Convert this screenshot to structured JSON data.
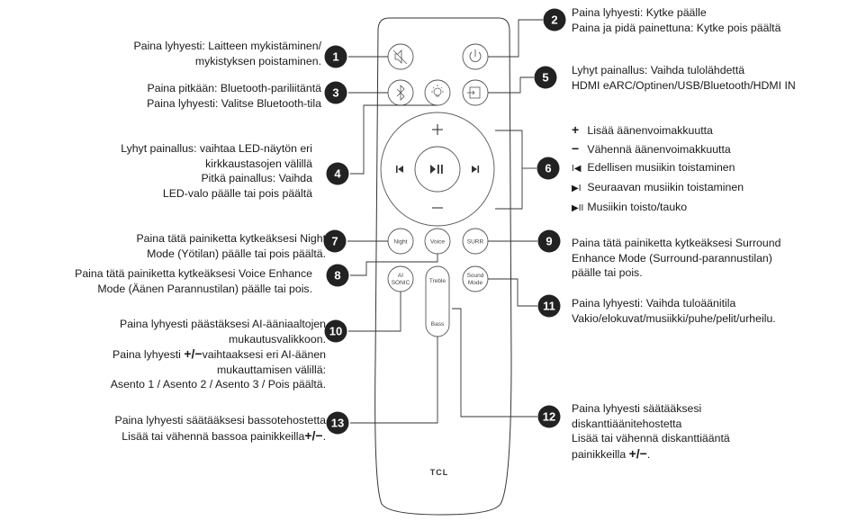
{
  "brand": "TCL",
  "buttons": {
    "night": "Night",
    "voice": "Voice",
    "surr": "SURR",
    "ai": "AI",
    "sonic": "SONIC",
    "treble": "Treble",
    "bass": "Bass",
    "sound": "Sound",
    "mode": "Mode"
  },
  "callouts": {
    "c1": {
      "num": "1",
      "lines": [
        "Paina lyhyesti: Laitteen mykistäminen/",
        "mykistyksen poistaminen."
      ]
    },
    "c2": {
      "num": "2",
      "lines": [
        "Paina lyhyesti: Kytke päälle",
        "Paina ja pidä painettuna: Kytke pois päältä"
      ]
    },
    "c3": {
      "num": "3",
      "lines": [
        "Paina pitkään: Bluetooth-pariliitäntä",
        "Paina lyhyesti: Valitse Bluetooth-tila"
      ]
    },
    "c4": {
      "num": "4",
      "lines": [
        "Lyhyt painallus: vaihtaa LED-näytön eri",
        "kirkkaustasojen välillä",
        "Pitkä painallus: Vaihda",
        "LED-valo päälle tai pois päältä"
      ]
    },
    "c5": {
      "num": "5",
      "lines": [
        "Lyhyt painallus: Vaihda tulolähdettä",
        "HDMI eARC/Optinen/USB/Bluetooth/HDMI IN"
      ]
    },
    "c6": {
      "num": "6",
      "items": [
        {
          "symbol": "+",
          "text": "Lisää äänenvoimakkuutta"
        },
        {
          "symbol": "−",
          "text": "Vähennä äänenvoimakkuutta"
        },
        {
          "symbol": "I◀",
          "text": "Edellisen musiikin toistaminen"
        },
        {
          "symbol": "▶I",
          "text": "Seuraavan musiikin toistaminen"
        },
        {
          "symbol": "▶II",
          "text": "Musiikin toisto/tauko"
        }
      ]
    },
    "c7": {
      "num": "7",
      "lines": [
        "Paina tätä painiketta kytkeäksesi Night",
        "Mode (Yötilan) päälle tai pois päältä."
      ]
    },
    "c8": {
      "num": "8",
      "lines": [
        "Paina tätä painiketta kytkeäksesi Voice Enhance",
        "Mode (Äänen Parannustilan) päälle tai pois."
      ]
    },
    "c9": {
      "num": "9",
      "lines": [
        "Paina tätä painiketta kytkeäksesi Surround",
        "Enhance Mode (Surround-parannustilan)",
        "päälle tai pois."
      ]
    },
    "c10": {
      "num": "10",
      "lines": [
        "Paina lyhyesti päästäksesi AI-ääniaaltojen",
        "mukautusvalikkoon."
      ],
      "line3a": "Paina lyhyesti ",
      "line3pm": "+/−",
      "line3b": "vaihtaaksesi eri AI-äänen",
      "line4": "mukauttamisen välillä:",
      "line5": "Asento 1 / Asento 2 / Asento 3 / Pois päältä."
    },
    "c11": {
      "num": "11",
      "lines": [
        "Paina lyhyesti: Vaihda tuloäänitila",
        "Vakio/elokuvat/musiikki/puhe/pelit/urheilu."
      ]
    },
    "c12": {
      "num": "12",
      "lines": [
        "Paina lyhyesti säätääksesi",
        "diskanttiäänitehostetta",
        "Lisää tai vähennä diskanttiääntä"
      ],
      "line4a": "painikkeilla ",
      "line4pm": "+/−",
      "line4b": "."
    },
    "c13": {
      "num": "13",
      "line1": "Paina lyhyesti säätääksesi bassotehostetta",
      "line2a": "Lisää tai vähennä bassoa painikkeilla",
      "line2pm": "+/−",
      "line2b": "."
    }
  }
}
